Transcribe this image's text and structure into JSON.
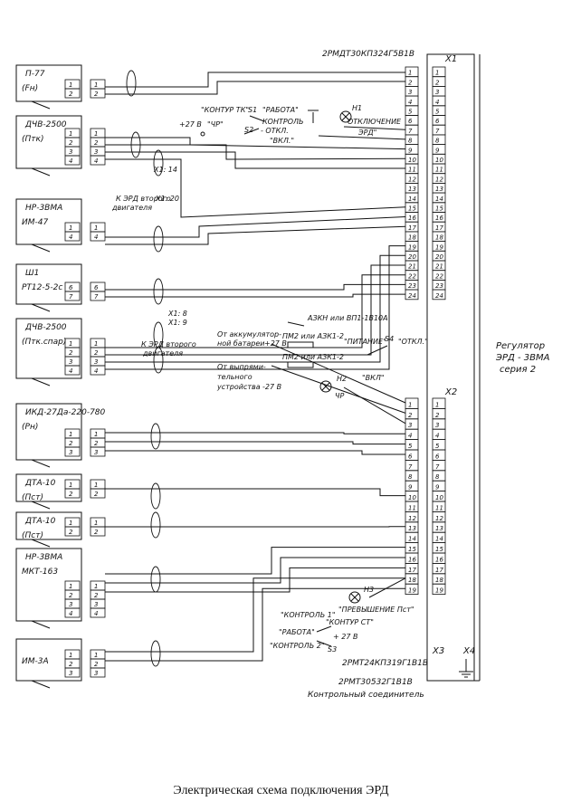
{
  "caption": "Электрическая схема подключения ЭРД",
  "connectors": {
    "x1_part": "2РМДТ30КП324Г5В1В",
    "x1_label": "X1",
    "x2_label": "X2",
    "x3_label": "X3",
    "x4_label": "X4",
    "x2_part": "2РМТ24КП319Г1В1В",
    "x3_part": "2РМТ30532Г1В1В",
    "x3_name": "Контрольный соединитель",
    "x1_pins": [
      "1",
      "2",
      "3",
      "4",
      "5",
      "6",
      "7",
      "8",
      "9",
      "10",
      "11",
      "12",
      "13",
      "14",
      "15",
      "16",
      "17",
      "18",
      "19",
      "20",
      "21",
      "22",
      "23",
      "24"
    ],
    "x2_pins": [
      "1",
      "2",
      "3",
      "4",
      "5",
      "6",
      "7",
      "8",
      "9",
      "10",
      "11",
      "12",
      "13",
      "14",
      "15",
      "16",
      "17",
      "18",
      "19"
    ]
  },
  "regulator": {
    "line1": "Регулятор",
    "line2": "ЭРД - 3ВМА",
    "line3": "серия 2"
  },
  "devices": [
    {
      "title": "П-77",
      "subtitle": "(Fн)",
      "pins": [
        "1",
        "2"
      ]
    },
    {
      "title": "ДЧВ-2500",
      "subtitle": "(Птк)",
      "pins": [
        "1",
        "2",
        "3",
        "4"
      ]
    },
    {
      "title": "НР-3ВМА",
      "subtitle": "ИМ-47",
      "pins": [
        "1",
        "4"
      ]
    },
    {
      "title": "Ш1",
      "subtitle": "РТ12-5-2с",
      "pins": [
        "6",
        "7"
      ]
    },
    {
      "title": "ДЧВ-2500",
      "subtitle": "(Птк.спар)",
      "pins": [
        "1",
        "2",
        "3",
        "4"
      ]
    },
    {
      "title": "ИКД-27Да-220-780",
      "subtitle": "(Рн)",
      "pins": [
        "1",
        "2",
        "3"
      ]
    },
    {
      "title": "ДТА-10",
      "subtitle": "(Пст)",
      "pins": [
        "1",
        "2"
      ]
    },
    {
      "title": "ДТА-10",
      "subtitle": "(Пст)",
      "pins": [
        "1",
        "2"
      ]
    },
    {
      "title": "НР-3ВМА",
      "subtitle": "МКТ-163",
      "pins": [
        "1",
        "2",
        "3",
        "4"
      ]
    },
    {
      "title": "",
      "subtitle": "ИМ-3А",
      "pins": [
        "1",
        "2",
        "3"
      ]
    }
  ],
  "labels": {
    "kontur_tk": "\"КОНТУР ТК\"",
    "s1": "S1",
    "rabota": "\"РАБОТА\"",
    "h1": "Н1",
    "otkl_erd": "ОТКЛЮЧЕНИЕ",
    "erd": "ЭРД\"",
    "v27_1": "+27 В",
    "chr": "\"ЧР\"",
    "s2": "S2",
    "kontrol_otkl": "КОНТРОЛЬ",
    "otkl": "- ОТКЛ.",
    "vkl": "\"ВКЛ.\"",
    "x1_14": "X1: 14",
    "x1_20": "X1: 20",
    "k_erd_1": "К ЭРД второго",
    "k_erd_1b": "двигателя",
    "x1_8": "X1: 8",
    "x1_9": "X1: 9",
    "k_erd_2": "К ЭРД второго",
    "k_erd_2b": "двигателя",
    "azkn": "АЗКН или ВП1-1В10А",
    "ot_akk": "От аккумулятор-",
    "ot_akk2": "ной батареи",
    "v27_2": "+27 В",
    "pm2_1": "ПМ2 или АЗК1-2",
    "pitanie": "\"ПИТАНИЕ\"",
    "s4": "S4",
    "otkl2": "\"ОТКЛ.\"",
    "pm2_2": "ПМ2 или АЗК1-2",
    "ot_vypr": "От выпрями-",
    "ot_vypr2": "тельного",
    "ot_vypr3": "устройства",
    "v27_3": "-27 В",
    "h2": "Н2",
    "chr2": "ЧР",
    "vkl2": "\"ВКЛ\"",
    "h3": "Н3",
    "prevyshenie": "\"ПРЕВЫШЕНИЕ Пст\"",
    "kontrol1": "\"КОНТРОЛЬ 1\"",
    "kontur_st": "\"КОНТУР СТ\"",
    "rabota2": "\"РАБОТА\"",
    "v27_4": "+ 27 В",
    "kontrol2": "\"КОНТРОЛЬ 2\"",
    "s3": "S3"
  }
}
